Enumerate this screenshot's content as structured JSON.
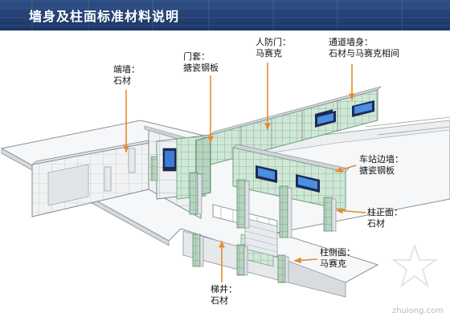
{
  "title": "墙身及柱面标准材料说明",
  "labels": {
    "end_wall": {
      "name": "端墙：",
      "material": "石材"
    },
    "door_frame": {
      "name": "门套：",
      "material": "搪瓷钢板"
    },
    "civil_defense_door": {
      "name": "人防门：",
      "material": "马赛克"
    },
    "passage_wall": {
      "name": "通道墙身：",
      "material": "石材与马赛克相间"
    },
    "station_side_wall": {
      "name": "车站边墙：",
      "material": "搪瓷钢板"
    },
    "column_front": {
      "name": "柱正面：",
      "material": "石材"
    },
    "column_side": {
      "name": "柱侧面：",
      "material": "马赛克"
    },
    "stair_well": {
      "name": "梯井：",
      "material": "石材"
    }
  },
  "watermark": "zhulong.com",
  "colors": {
    "header": "#2f4f86",
    "arrow": "#e68a2e",
    "wall": "#e9ecef",
    "mosaic": "#c8e6d0",
    "floor": "#f7f7f7"
  }
}
